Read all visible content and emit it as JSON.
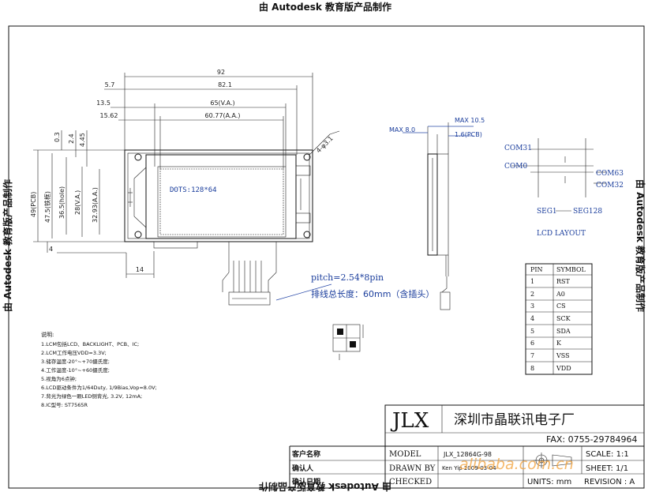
{
  "header_text": "由 Autodesk 教育版产品制作",
  "footer_text": "由 Autodesk 教育版产品制作",
  "left_text": "由 Autodesk 教育版产品制作",
  "right_text": "由 Autodesk 教育版产品制作",
  "front_view": {
    "dims_top": [
      "92",
      "82.1",
      "5.7",
      "13.5",
      "65(V.A.)",
      "15.62",
      "60.77(A.A.)"
    ],
    "dims_left": [
      "0.3",
      "2.4",
      "4.45",
      "49(PCB)",
      "47.5(铁框)",
      "36.5(hole)",
      "28(V.A.)",
      "32.93(A.A.)",
      "4"
    ],
    "dim_bottom": "14",
    "hole_label": "4-φ3.1",
    "display_text": "DOTS:128*64"
  },
  "side_view": {
    "dims": [
      "MAX 8.0",
      "MAX 10.5",
      "1.6(PCB)"
    ]
  },
  "connector": {
    "pitch": "pitch=2.54*8pin",
    "cable": "排线总长度：60mm（含插头）"
  },
  "lcd_layout": {
    "labels": [
      "COM31",
      "COM0",
      "COM63",
      "COM32",
      "SEG1",
      "SEG128"
    ],
    "title": "LCD LAYOUT"
  },
  "pin_table": {
    "headers": [
      "PIN",
      "SYMBOL"
    ],
    "rows": [
      [
        "1",
        "RST"
      ],
      [
        "2",
        "A0"
      ],
      [
        "3",
        "CS"
      ],
      [
        "4",
        "SCK"
      ],
      [
        "5",
        "SDA"
      ],
      [
        "6",
        "K"
      ],
      [
        "7",
        "VSS"
      ],
      [
        "8",
        "VDD"
      ]
    ]
  },
  "notes": {
    "title": "说明:",
    "items": [
      "1.LCM包括LCD、BACKLIGHT、PCB、IC;",
      "2.LCM工作电压VDD=3.3V;",
      "3.储存温度-20°~+70摄氏度;",
      "4.工作温度-10°~+60摄氏度;",
      "5.视角为6点钟;",
      "6.LCD驱动条件为1/64Duty, 1/9Bias,Vop=8.0V;",
      "7.背光为绿色一颗LED侧背光, 3.2V, 12mA;",
      "8.IC型号: ST7565R"
    ]
  },
  "title_block": {
    "logo": "JLX",
    "company": "深圳市晶联讯电子厂",
    "fax": "FAX: 0755-29784964",
    "customer_name_label": "客户名称",
    "confirm_label": "确认人",
    "confirm_date_label": "确认日期",
    "model_label": "MODEL",
    "model_value": "JLX_12864G-98",
    "drawn_by_label": "DRAWN BY",
    "drawn_by_value": "Ken Yip 2009-03-04",
    "checked_label": "CHECKED",
    "scale": "SCALE: 1:1",
    "sheet": "SHEET: 1/1",
    "units": "UNITS: mm",
    "revision": "REVISION : A"
  },
  "watermark": "alibaba.com.cn",
  "colors": {
    "line": "#111111",
    "blue_text": "#1a3d9c",
    "watermark": "#f2a038"
  }
}
